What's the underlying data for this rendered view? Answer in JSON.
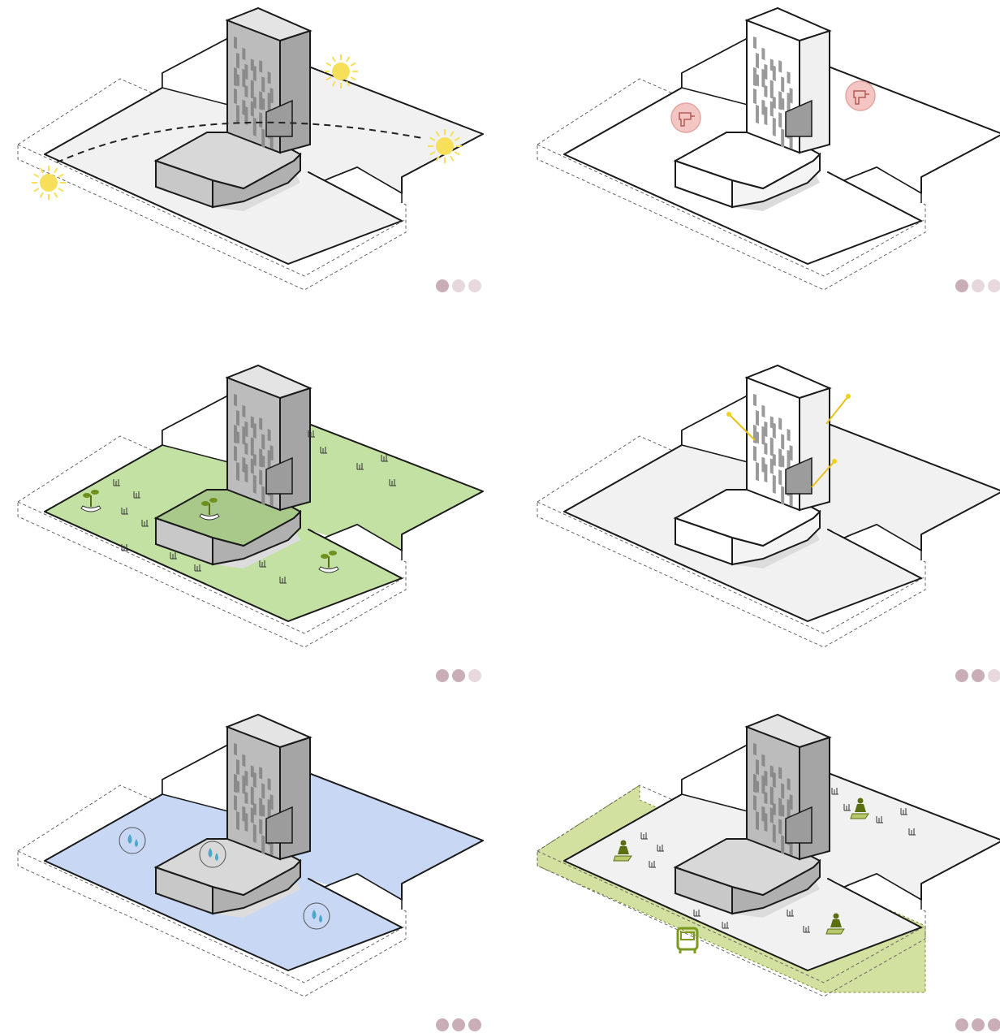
{
  "colors": {
    "outline": "#1a1a1a",
    "site_grey": "#f1f1f1",
    "site_green": "#c4e1a4",
    "site_blue": "#c8d7f3",
    "strip_green": "#d2e0a0",
    "tower_front": "#bcbcbc",
    "tower_side": "#a5a5a5",
    "tower_top": "#e4e4e4",
    "tower_window": "#8a8a8a",
    "podium_top": "#d8d8d8",
    "sun": "#f6e05a",
    "icon_green": "#5a6e12",
    "water_icon": "#4aa8c8",
    "drill_badge": "#f3c6c3",
    "dot_full": "#c9aeb7",
    "dot_light": "#e6d8dc",
    "bus": "#7a9b1e"
  },
  "panels": [
    {
      "id": "sun-path",
      "theme": "sun",
      "site_fill": "site_grey",
      "tower": "grey",
      "dots_filled": 1
    },
    {
      "id": "construction",
      "theme": "drill",
      "site_fill": "white",
      "tower": "white-perforated",
      "dots_filled": 1
    },
    {
      "id": "greenery",
      "theme": "green",
      "site_fill": "site_green",
      "tower": "grey",
      "dots_filled": 2
    },
    {
      "id": "daylight",
      "theme": "light",
      "site_fill": "site_grey",
      "tower": "white-perforated",
      "dots_filled": 2
    },
    {
      "id": "water",
      "theme": "water",
      "site_fill": "site_blue",
      "tower": "grey",
      "dots_filled": 3
    },
    {
      "id": "mobility",
      "theme": "mobility",
      "site_fill": "site_grey",
      "tower": "grey",
      "dots_filled": 3
    }
  ],
  "icons": [
    "sun-icon",
    "sun-path-arrow",
    "drill-icon",
    "plant-in-hand-icon",
    "grass-icon",
    "light-ray-icon",
    "water-cycle-icon",
    "person-icon",
    "bus-icon",
    "rating-dot"
  ]
}
